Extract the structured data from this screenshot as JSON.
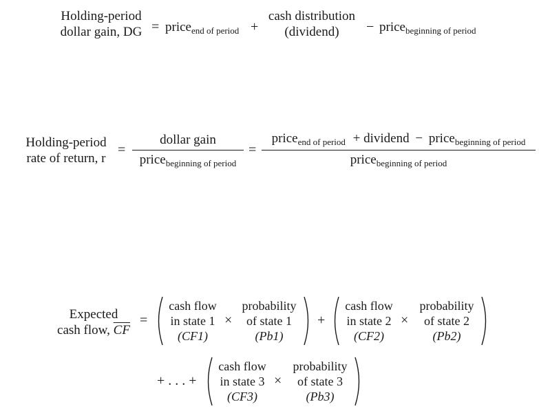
{
  "eq1": {
    "lhs": [
      "Holding-period",
      "dollar gain, DG"
    ],
    "eq": "=",
    "price": "price",
    "end_sub": "end of period",
    "plus": "+",
    "div_top": "cash distribution",
    "div_bot": "(dividend)",
    "minus": "−",
    "begin_sub": "beginning of period"
  },
  "eq2": {
    "lhs": [
      "Holding-period",
      "rate of return, r"
    ],
    "eq": "=",
    "frac1_num": "dollar gain",
    "price": "price",
    "begin_sub": "beginning of period",
    "eq2": "=",
    "end_sub": "end of period",
    "plus_div": "+ dividend",
    "minus": "−"
  },
  "eq3": {
    "lhs": [
      "Expected",
      "cash flow,"
    ],
    "cf_symbol": "CF",
    "eq": "=",
    "plus": "+",
    "times": "×",
    "lead": "+ . . . +",
    "states": [
      {
        "cf": [
          "cash flow",
          "in state 1",
          "(CF1)"
        ],
        "prob": [
          "probability",
          "of state 1",
          "(Pb1)"
        ]
      },
      {
        "cf": [
          "cash flow",
          "in state 2",
          "(CF2)"
        ],
        "prob": [
          "probability",
          "of state 2",
          "(Pb2)"
        ]
      },
      {
        "cf": [
          "cash flow",
          "in state 3",
          "(CF3)"
        ],
        "prob": [
          "probability",
          "of state 3",
          "(Pb3)"
        ]
      }
    ]
  }
}
